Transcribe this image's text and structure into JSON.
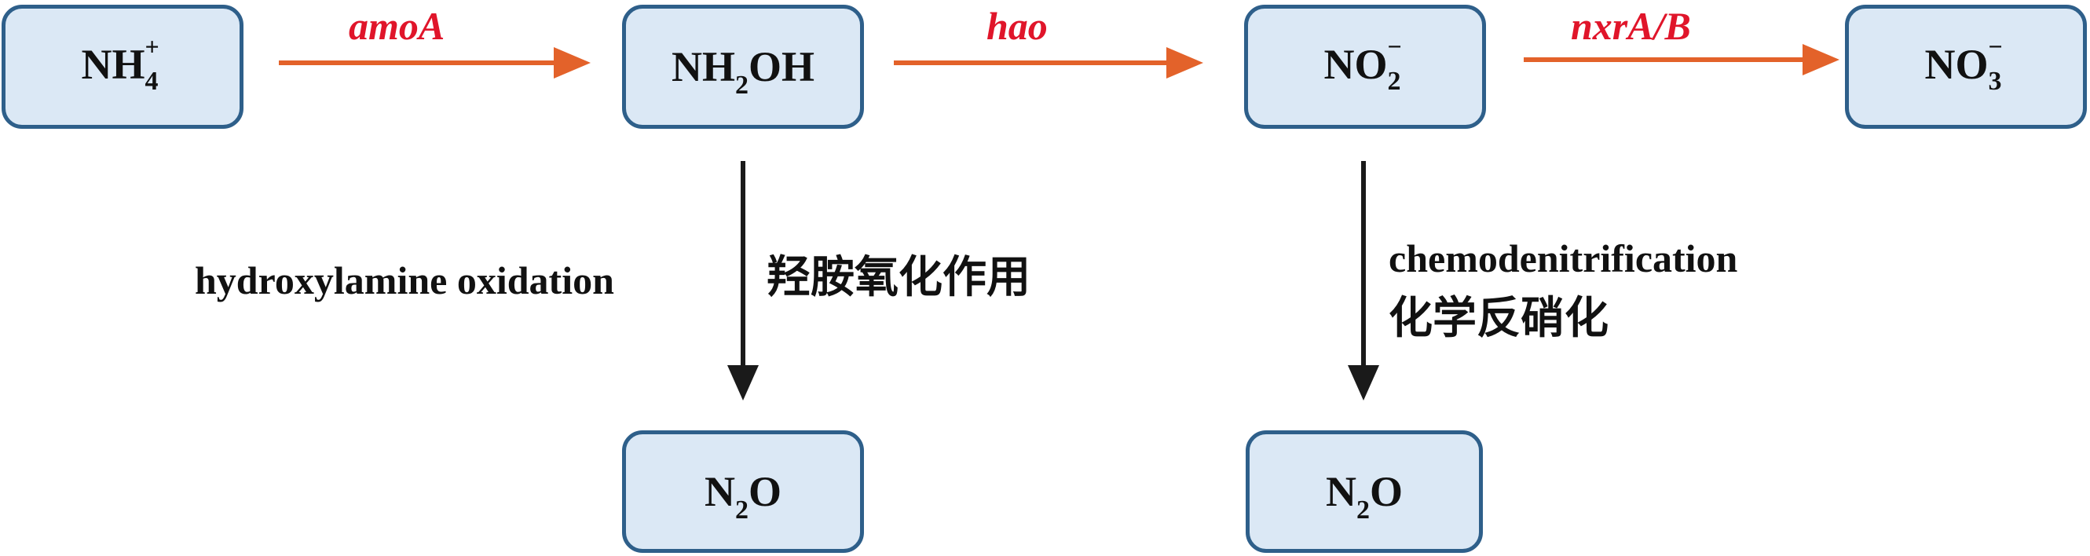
{
  "nodes": {
    "nh4": {
      "base": "NH",
      "sub": "4",
      "sup": "+"
    },
    "nh2oh": {
      "base": "NH",
      "sub": "2",
      "rest": "OH"
    },
    "no2": {
      "base": "NO",
      "sub": "2",
      "sup": "−"
    },
    "no3": {
      "base": "NO",
      "sub": "3",
      "sup": "−"
    },
    "n2o_left": {
      "base": "N",
      "sub": "2",
      "rest": "O"
    },
    "n2o_right": {
      "base": "N",
      "sub": "2",
      "rest": "O"
    }
  },
  "enzymes": {
    "amoA": "amoA",
    "hao": "hao",
    "nxr": "nxrA/B"
  },
  "processes": {
    "hydroxylamine_en": "hydroxylamine oxidation",
    "hydroxylamine_zh": "羟胺氧化作用",
    "chemo_en": "chemodenitrification",
    "chemo_zh": "化学反硝化"
  },
  "colors": {
    "node_fill": "#dbe8f5",
    "node_border": "#2e5f8a",
    "arrow_orange": "#e3622a",
    "arrow_dark": "#1a1a1a",
    "enzyme_red": "#e0152a"
  }
}
